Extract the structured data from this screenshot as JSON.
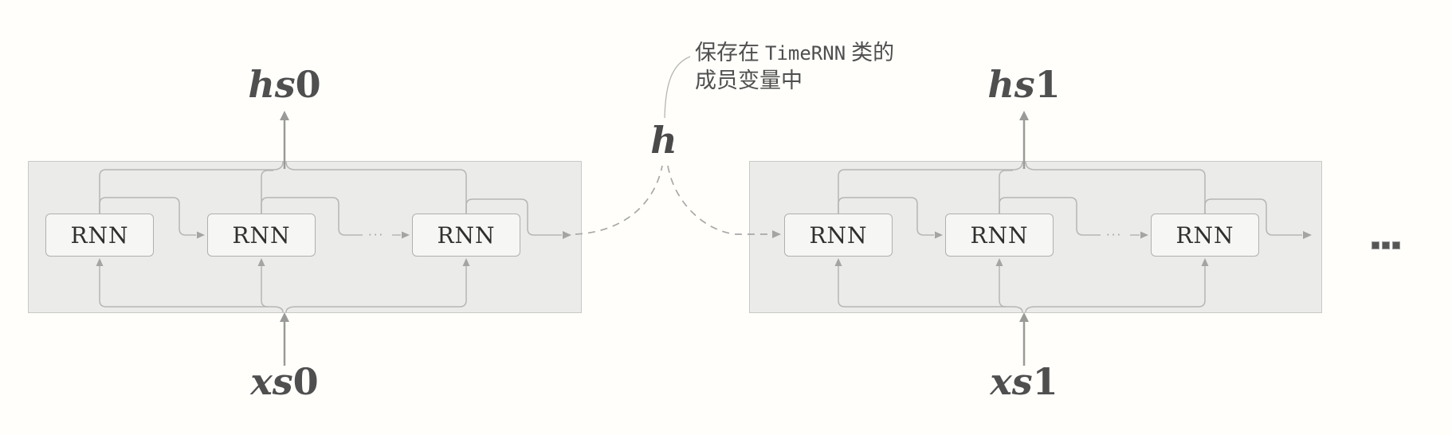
{
  "diagram": {
    "title_note": {
      "line1_pre": "保存在",
      "code": "TimeRNN",
      "line1_post": "类的",
      "line2": "成员变量中"
    },
    "hidden_state_label": "h",
    "blocks": [
      {
        "output_label": {
          "prefix": "hs",
          "index": "0"
        },
        "input_label": {
          "prefix": "xs",
          "index": "0"
        },
        "units": [
          "RNN",
          "RNN",
          "RNN"
        ],
        "gap_dots": "···"
      },
      {
        "output_label": {
          "prefix": "hs",
          "index": "1"
        },
        "input_label": {
          "prefix": "xs",
          "index": "1"
        },
        "units": [
          "RNN",
          "RNN",
          "RNN"
        ],
        "gap_dots": "···"
      }
    ],
    "trailing_ellipsis": "...",
    "colors": {
      "background": "#fffefb",
      "block_fill": "#ebebe9",
      "block_border": "#c9c9c7",
      "unit_fill": "#f6f6f4",
      "unit_border": "#b0b0ae",
      "wire": "#b6b6b4",
      "arrow": "#9a9a98",
      "small_arrow": "#a4a4a2",
      "dashed": "#a8a8a6",
      "leader": "#b5b5b3",
      "label_text": "#4f4f4f",
      "unit_text": "#2f2f2f",
      "ellipsis": "#565656"
    }
  }
}
